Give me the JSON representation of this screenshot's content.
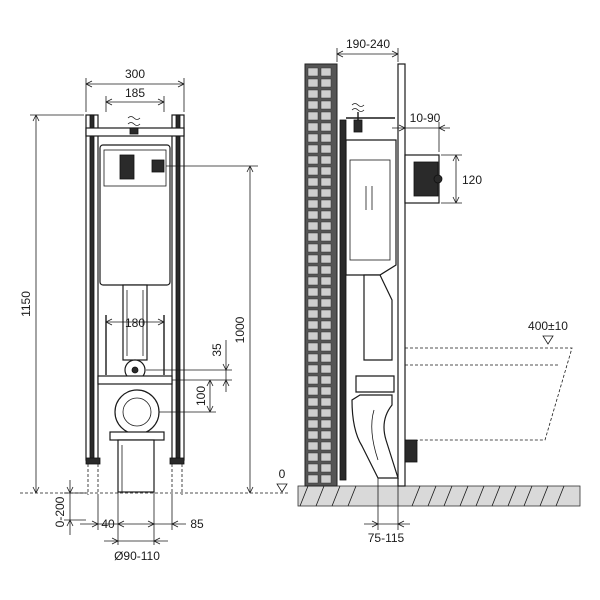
{
  "front_view": {
    "width_outer": "300",
    "width_inner": "185",
    "height_total": "1150",
    "height_actuator": "1000",
    "pipe_spacing": "180",
    "inlet_offset": "35",
    "outlet_offset": "100",
    "floor_adjust": "0-200",
    "foot_left": "40",
    "foot_right": "85",
    "outlet_diameter": "Ø90-110"
  },
  "side_view": {
    "depth_range": "190-240",
    "panel_offset": "10-90",
    "button_height": "120",
    "bowl_height": "400±10",
    "floor_zero": "0",
    "outlet_depth": "75-115"
  },
  "colors": {
    "line": "#1a1a1a",
    "wall": "#555555",
    "tile": "#cfcfcf"
  }
}
